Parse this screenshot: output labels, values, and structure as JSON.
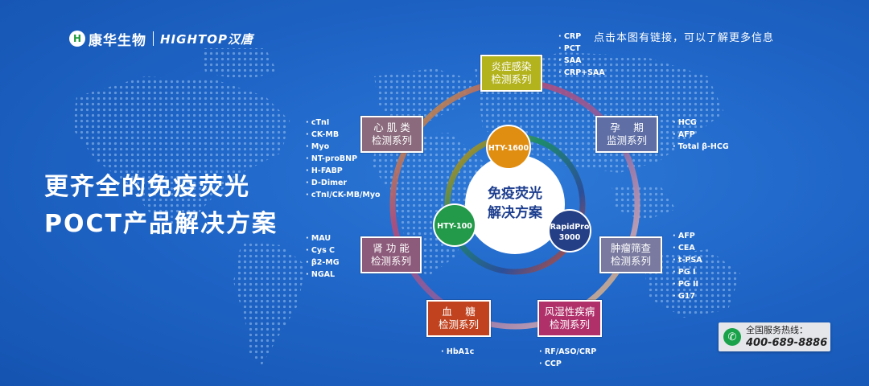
{
  "brand": {
    "logo_mark": "H",
    "name_cn": "康华生物",
    "name_en": "HIGHTOP汉唐"
  },
  "headline": {
    "line1": "更齐全的免疫荧光",
    "line2": "POCT产品解决方案"
  },
  "link_note": "点击本图有链接，可以了解更多信息",
  "center": {
    "line1": "免疫荧光",
    "line2": "解决方案"
  },
  "instruments": [
    {
      "label": "HTY-1600",
      "color": "#e08e12"
    },
    {
      "label": "HTY-100",
      "color": "#239a49"
    },
    {
      "label_line1": "RapidPro",
      "label_line2": "3000",
      "color": "#243f86"
    }
  ],
  "series": {
    "inflammation": {
      "line1": "炎症感染",
      "line2": "检测系列",
      "color": "#b3b31e",
      "analytes": [
        "CRP",
        "PCT",
        "SAA",
        "CRP+SAA"
      ]
    },
    "pregnancy": {
      "line1": "孕　 期",
      "line2": "监测系列",
      "color": "#5f6fa6",
      "analytes": [
        "HCG",
        "AFP",
        "Total β-HCG"
      ]
    },
    "tumor": {
      "line1": "肿瘤筛查",
      "line2": "检测系列",
      "color": "#7a7aa0",
      "analytes": [
        "AFP",
        "CEA",
        "t-PSA",
        "PG I",
        "PG II",
        "G17"
      ]
    },
    "rheumatism": {
      "line1": "风湿性疾病",
      "line2": "检测系列",
      "color": "#b0306a",
      "analytes": [
        "RF/ASO/CRP",
        "CCP"
      ]
    },
    "glucose": {
      "line1": "血　 糖",
      "line2": "检测系列",
      "color": "#c1421e",
      "analytes": [
        "HbA1c"
      ]
    },
    "renal": {
      "line1": "肾 功 能",
      "line2": "检测系列",
      "color": "#8c5a7a",
      "analytes": [
        "MAU",
        "Cys C",
        "β2-MG",
        "NGAL"
      ]
    },
    "cardiac": {
      "line1": "心 肌 类",
      "line2": "检测系列",
      "color": "#8a6a7c",
      "analytes": [
        "cTnI",
        "CK-MB",
        "Myo",
        "NT-proBNP",
        "H-FABP",
        "D-Dimer",
        "cTnI/CK-MB/Myo"
      ]
    }
  },
  "hotline": {
    "label": "全国服务热线：",
    "number": "400-689-8886",
    "icon": "phone-icon"
  }
}
